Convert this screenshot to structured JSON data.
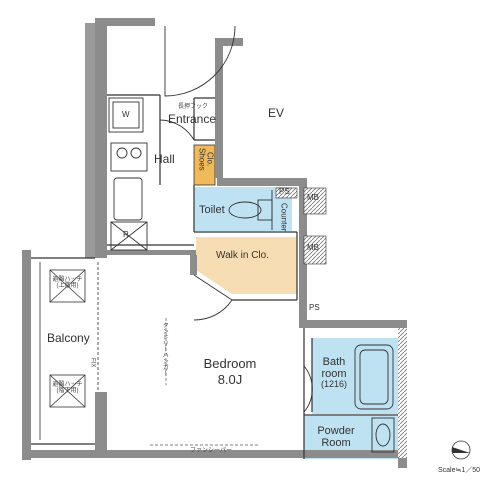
{
  "rooms": {
    "entrance": "Entrance",
    "hook": "長押フック",
    "hall": "Hall",
    "shoes_line1": "Shoes",
    "shoes_line2": "Clo.",
    "toilet": "Toilet",
    "counter": "Counter",
    "walkin": "Walk in Clo.",
    "bedroom": "Bedroom",
    "bedroom_size": "8.0J",
    "balcony": "Balcony",
    "bath_line1": "Bath",
    "bath_line2": "room",
    "bath_size": "(1216)",
    "powder_line1": "Powder",
    "powder_line2": "Room",
    "ev": "EV"
  },
  "fixtures": {
    "washer": "W",
    "fridge": "R",
    "ps_top": "PS",
    "ps_mid": "PS",
    "mb_top": "MB",
    "mb_bottom": "MB",
    "fix": "FIX",
    "hatch_top_line1": "避難ハッチ",
    "hatch_top_line2": "(上階用)",
    "hatch_bottom_line1": "避難ハッチ",
    "hatch_bottom_line2": "(階下用)",
    "hanger": "クンドリーハンガー",
    "fan": "ファンシーパー"
  },
  "legend": {
    "north": "N",
    "scale": "Scale≒1／50"
  },
  "colors": {
    "wall": "#8c8c8c",
    "toilet_bath": "#bfe2f3",
    "closet": "#f7ddb3",
    "shoes": "#f0b95a"
  }
}
